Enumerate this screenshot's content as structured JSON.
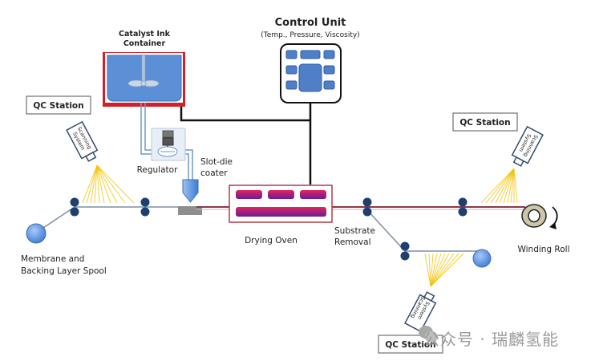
{
  "diagram": {
    "title": "Catalyst coating roll-to-roll process",
    "control_unit": {
      "title": "Control Unit",
      "subtitle": "(Temp., Pressure, Viscosity)"
    },
    "ink_container": {
      "line1": "Catalyst Ink",
      "line2": "Container"
    },
    "regulator": "Regulator",
    "slot_die": {
      "line1": "Slot-die",
      "line2": "coater"
    },
    "drying_oven": "Drying Oven",
    "substrate_removal": {
      "line1": "Substrate",
      "line2": "Removal"
    },
    "winding_roll": "Winding Roll",
    "spool": {
      "line1": "Membrane and",
      "line2": "Backing Layer Spool"
    },
    "qc_stations": [
      {
        "label": "QC Station",
        "scanner_line1": "Scanning",
        "scanner_line2": "System"
      },
      {
        "label": "QC Station",
        "scanner_line1": "Scanning",
        "scanner_line2": "System"
      },
      {
        "label": "QC Station",
        "scanner_line1": "Scanning",
        "scanner_line2": "System"
      }
    ],
    "colors": {
      "web_line": "#8a3a4a",
      "substrate_line": "#7f8fa6",
      "roller": "#1f3f6e",
      "ink_blue": "#5b8fd6",
      "container_red": "#d21f2a",
      "heater_top": "#e0245e",
      "heater_bottom": "#6a1b9a",
      "scan_beam": "#f2c200"
    }
  },
  "watermark": "公众号 · 瑞麟氢能"
}
